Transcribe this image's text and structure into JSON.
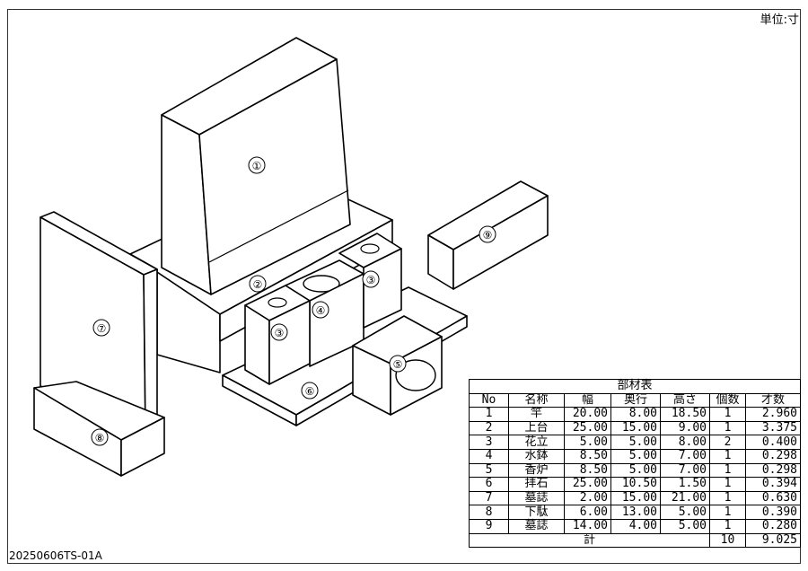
{
  "unit_label": "単位:寸",
  "drawing_number": "20250606TS-01A",
  "part_labels": [
    "①",
    "②",
    "③",
    "③",
    "④",
    "⑤",
    "⑥",
    "⑦",
    "⑧",
    "⑨"
  ],
  "table": {
    "title": "部材表",
    "headers": [
      "No",
      "名称",
      "幅",
      "奥行",
      "高さ",
      "個数",
      "才数"
    ],
    "rows": [
      [
        "1",
        "竿",
        "20.00",
        "8.00",
        "18.50",
        "1",
        "2.960"
      ],
      [
        "2",
        "上台",
        "25.00",
        "15.00",
        "9.00",
        "1",
        "3.375"
      ],
      [
        "3",
        "花立",
        "5.00",
        "5.00",
        "8.00",
        "2",
        "0.400"
      ],
      [
        "4",
        "水鉢",
        "8.50",
        "5.00",
        "7.00",
        "1",
        "0.298"
      ],
      [
        "5",
        "香炉",
        "8.50",
        "5.00",
        "7.00",
        "1",
        "0.298"
      ],
      [
        "6",
        "拝石",
        "25.00",
        "10.50",
        "1.50",
        "1",
        "0.394"
      ],
      [
        "7",
        "墓誌",
        "2.00",
        "15.00",
        "21.00",
        "1",
        "0.630"
      ],
      [
        "8",
        "下駄",
        "6.00",
        "13.00",
        "5.00",
        "1",
        "0.390"
      ],
      [
        "9",
        "墓誌",
        "14.00",
        "4.00",
        "5.00",
        "1",
        "0.280"
      ]
    ],
    "total_label": "計",
    "total_count": "10",
    "total_volume": "9.025"
  }
}
